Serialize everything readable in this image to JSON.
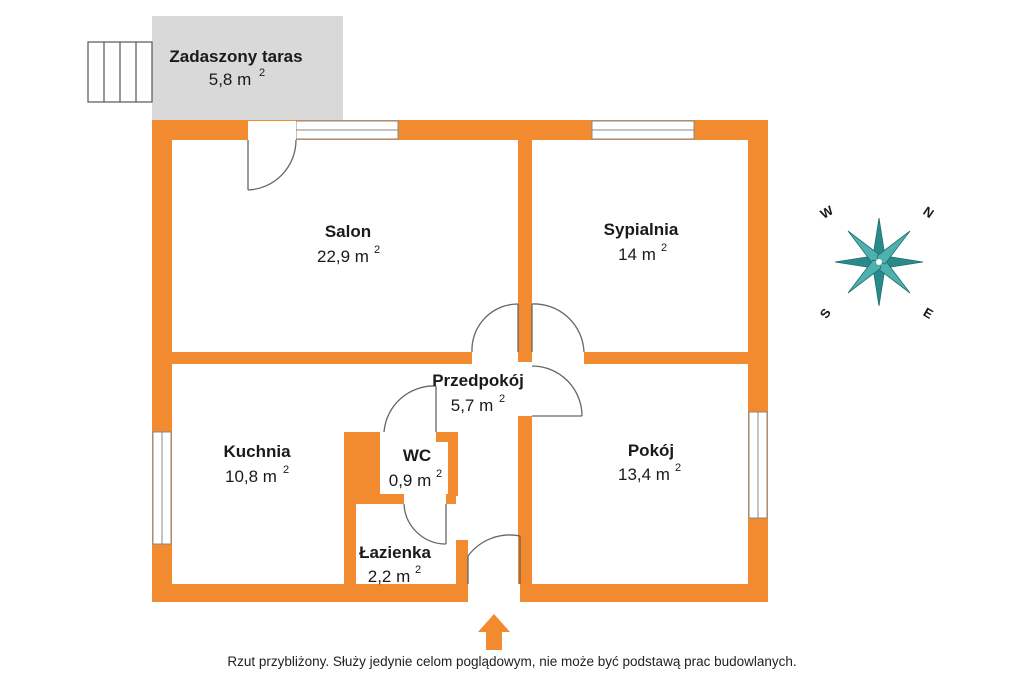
{
  "colors": {
    "wall": "#f28a30",
    "terrace": "#d9d9d9",
    "compass": "#2a8a8a",
    "text": "#1a1a1a"
  },
  "rooms": {
    "terrace": {
      "name": "Zadaszony taras",
      "area": "5,8 m",
      "unit_exp": "2"
    },
    "salon": {
      "name": "Salon",
      "area": "22,9 m",
      "unit_exp": "2"
    },
    "sypialnia": {
      "name": "Sypialnia",
      "area": "14 m",
      "unit_exp": "2"
    },
    "przedpokoj": {
      "name": "Przedpokój",
      "area": "5,7 m",
      "unit_exp": "2"
    },
    "kuchnia": {
      "name": "Kuchnia",
      "area": "10,8 m",
      "unit_exp": "2"
    },
    "wc": {
      "name": "WC",
      "area": "0,9 m",
      "unit_exp": "2"
    },
    "lazienka": {
      "name": "Łazienka",
      "area": "2,2 m",
      "unit_exp": "2"
    },
    "pokoj": {
      "name": "Pokój",
      "area": "13,4 m",
      "unit_exp": "2"
    }
  },
  "compass": {
    "n": "N",
    "w": "W",
    "s": "S",
    "e": "E"
  },
  "caption": "Rzut przybliżony. Służy jedynie celom poglądowym, nie może być podstawą prac budowlanych.",
  "icons": {
    "entrance": "entrance-arrow-icon",
    "compass": "compass-rose-icon",
    "stairs": "stairs-icon"
  }
}
